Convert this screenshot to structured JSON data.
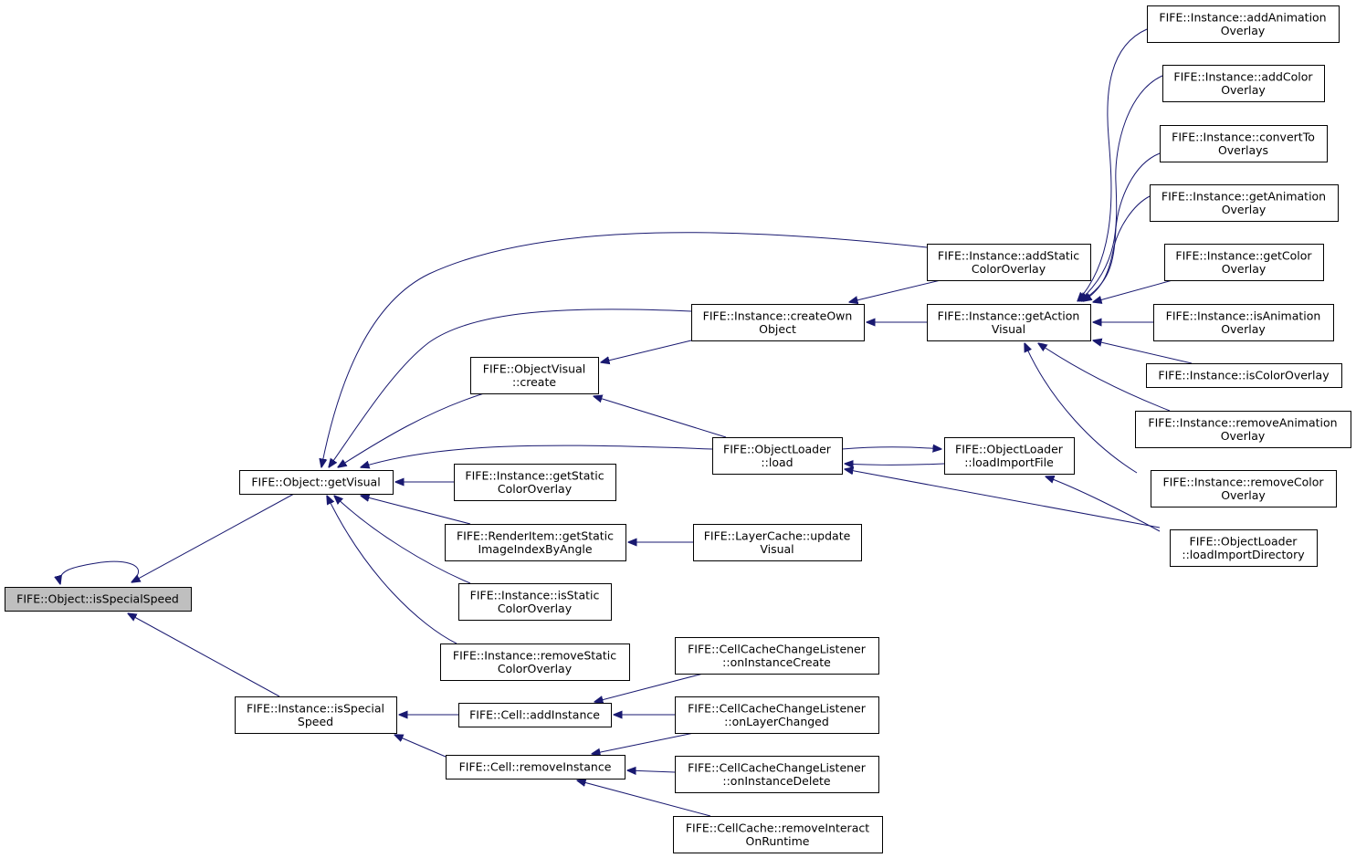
{
  "nodes": [
    {
      "id": "n1",
      "lines": [
        "FIFE::Object::isSpecialSpeed"
      ],
      "focus": true
    },
    {
      "id": "n2",
      "lines": [
        "FIFE::Object::getVisual"
      ]
    },
    {
      "id": "n3",
      "lines": [
        "FIFE::Instance::isSpecial",
        "Speed"
      ]
    },
    {
      "id": "n4",
      "lines": [
        "FIFE::Instance::addStatic",
        "ColorOverlay"
      ]
    },
    {
      "id": "n5",
      "lines": [
        "FIFE::Instance::createOwn",
        "Object"
      ]
    },
    {
      "id": "n6",
      "lines": [
        "FIFE::ObjectVisual",
        "::create"
      ]
    },
    {
      "id": "n7",
      "lines": [
        "FIFE::ObjectLoader",
        "::load"
      ]
    },
    {
      "id": "n8",
      "lines": [
        "FIFE::Instance::getStatic",
        "ColorOverlay"
      ]
    },
    {
      "id": "n9",
      "lines": [
        "FIFE::RenderItem::getStatic",
        "ImageIndexByAngle"
      ]
    },
    {
      "id": "n10",
      "lines": [
        "FIFE::Instance::isStatic",
        "ColorOverlay"
      ]
    },
    {
      "id": "n11",
      "lines": [
        "FIFE::Instance::removeStatic",
        "ColorOverlay"
      ]
    },
    {
      "id": "n12",
      "lines": [
        "FIFE::Instance::getAction",
        "Visual"
      ]
    },
    {
      "id": "n13",
      "lines": [
        "FIFE::ObjectLoader",
        "::loadImportFile"
      ]
    },
    {
      "id": "n14",
      "lines": [
        "FIFE::ObjectLoader",
        "::loadImportDirectory"
      ]
    },
    {
      "id": "n15",
      "lines": [
        "FIFE::LayerCache::update",
        "Visual"
      ]
    },
    {
      "id": "n16",
      "lines": [
        "FIFE::Instance::addAnimation",
        "Overlay"
      ]
    },
    {
      "id": "n17",
      "lines": [
        "FIFE::Instance::addColor",
        "Overlay"
      ]
    },
    {
      "id": "n18",
      "lines": [
        "FIFE::Instance::convertTo",
        "Overlays"
      ]
    },
    {
      "id": "n19",
      "lines": [
        "FIFE::Instance::getAnimation",
        "Overlay"
      ]
    },
    {
      "id": "n20",
      "lines": [
        "FIFE::Instance::getColor",
        "Overlay"
      ]
    },
    {
      "id": "n21",
      "lines": [
        "FIFE::Instance::isAnimation",
        "Overlay"
      ]
    },
    {
      "id": "n22",
      "lines": [
        "FIFE::Instance::isColorOverlay"
      ]
    },
    {
      "id": "n23",
      "lines": [
        "FIFE::Instance::removeAnimation",
        "Overlay"
      ]
    },
    {
      "id": "n24",
      "lines": [
        "FIFE::Instance::removeColor",
        "Overlay"
      ]
    },
    {
      "id": "n25",
      "lines": [
        "FIFE::Cell::addInstance"
      ]
    },
    {
      "id": "n26",
      "lines": [
        "FIFE::Cell::removeInstance"
      ]
    },
    {
      "id": "n27",
      "lines": [
        "FIFE::CellCacheChangeListener",
        "::onInstanceCreate"
      ]
    },
    {
      "id": "n28",
      "lines": [
        "FIFE::CellCacheChangeListener",
        "::onLayerChanged"
      ]
    },
    {
      "id": "n29",
      "lines": [
        "FIFE::CellCacheChangeListener",
        "::onInstanceDelete"
      ]
    },
    {
      "id": "n30",
      "lines": [
        "FIFE::CellCache::removeInteract",
        "OnRuntime"
      ]
    }
  ],
  "edges": [
    {
      "from": "n1",
      "to": "n1"
    },
    {
      "from": "n2",
      "to": "n1"
    },
    {
      "from": "n3",
      "to": "n1"
    },
    {
      "from": "n4",
      "to": "n2"
    },
    {
      "from": "n5",
      "to": "n2"
    },
    {
      "from": "n6",
      "to": "n2"
    },
    {
      "from": "n7",
      "to": "n2"
    },
    {
      "from": "n8",
      "to": "n2"
    },
    {
      "from": "n9",
      "to": "n2"
    },
    {
      "from": "n10",
      "to": "n2"
    },
    {
      "from": "n11",
      "to": "n2"
    },
    {
      "from": "n25",
      "to": "n3"
    },
    {
      "from": "n26",
      "to": "n3"
    },
    {
      "from": "n12",
      "to": "n5"
    },
    {
      "from": "n12",
      "to": "n4"
    },
    {
      "from": "n5",
      "to": "n6"
    },
    {
      "from": "n7",
      "to": "n6"
    },
    {
      "from": "n13",
      "to": "n7"
    },
    {
      "from": "n14",
      "to": "n7"
    },
    {
      "from": "n7",
      "to": "n13"
    },
    {
      "from": "n14",
      "to": "n13"
    },
    {
      "from": "n15",
      "to": "n9"
    },
    {
      "from": "n16",
      "to": "n12"
    },
    {
      "from": "n17",
      "to": "n12"
    },
    {
      "from": "n18",
      "to": "n12"
    },
    {
      "from": "n19",
      "to": "n12"
    },
    {
      "from": "n20",
      "to": "n12"
    },
    {
      "from": "n21",
      "to": "n12"
    },
    {
      "from": "n22",
      "to": "n12"
    },
    {
      "from": "n23",
      "to": "n12"
    },
    {
      "from": "n24",
      "to": "n12"
    },
    {
      "from": "n27",
      "to": "n25"
    },
    {
      "from": "n28",
      "to": "n25"
    },
    {
      "from": "n28",
      "to": "n26"
    },
    {
      "from": "n29",
      "to": "n26"
    },
    {
      "from": "n30",
      "to": "n26"
    }
  ]
}
